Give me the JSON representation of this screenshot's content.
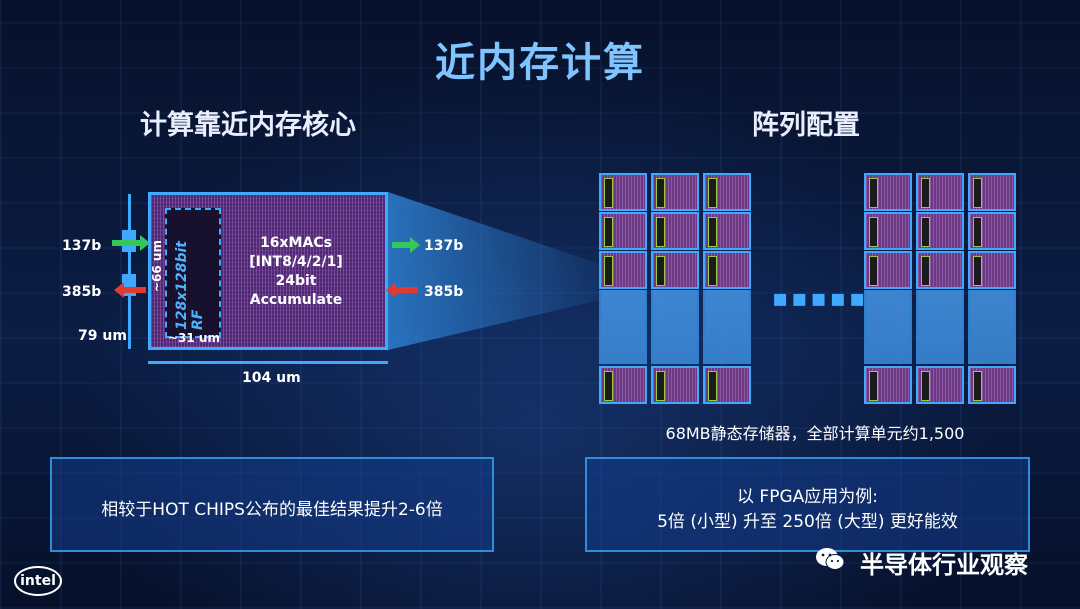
{
  "slide": {
    "title": "近内存计算",
    "left": {
      "heading": "计算靠近内存核心",
      "in_left_bits": "137b",
      "out_left_bits": "385b",
      "in_right_bits": "137b",
      "out_right_bits": "385b",
      "height_um": "79 um",
      "width_um": "104 um",
      "rf_height": "~66 um",
      "rf_width": "~31 um",
      "rf_label": "128x128bit RF",
      "mac_line1": "16xMACs",
      "mac_line2": "[INT8/4/2/1]",
      "mac_line3": "24bit",
      "mac_line4": "Accumulate",
      "box_text": "相较于HOT CHIPS公布的最佳结果提升2-6倍"
    },
    "right": {
      "heading": "阵列配置",
      "caption": "68MB静态存储器，全部计算单元约1,500",
      "box_line1": "以 FPGA应用为例:",
      "box_line2": "5倍 (小型) 升至 250倍 (大型) 更好能效"
    },
    "logo": "intel",
    "watermark": "半导体行业观察"
  },
  "colors": {
    "title": "#7fc4ff",
    "accent": "#3fa9ff",
    "green": "#34c85a",
    "red": "#e23a2e"
  }
}
